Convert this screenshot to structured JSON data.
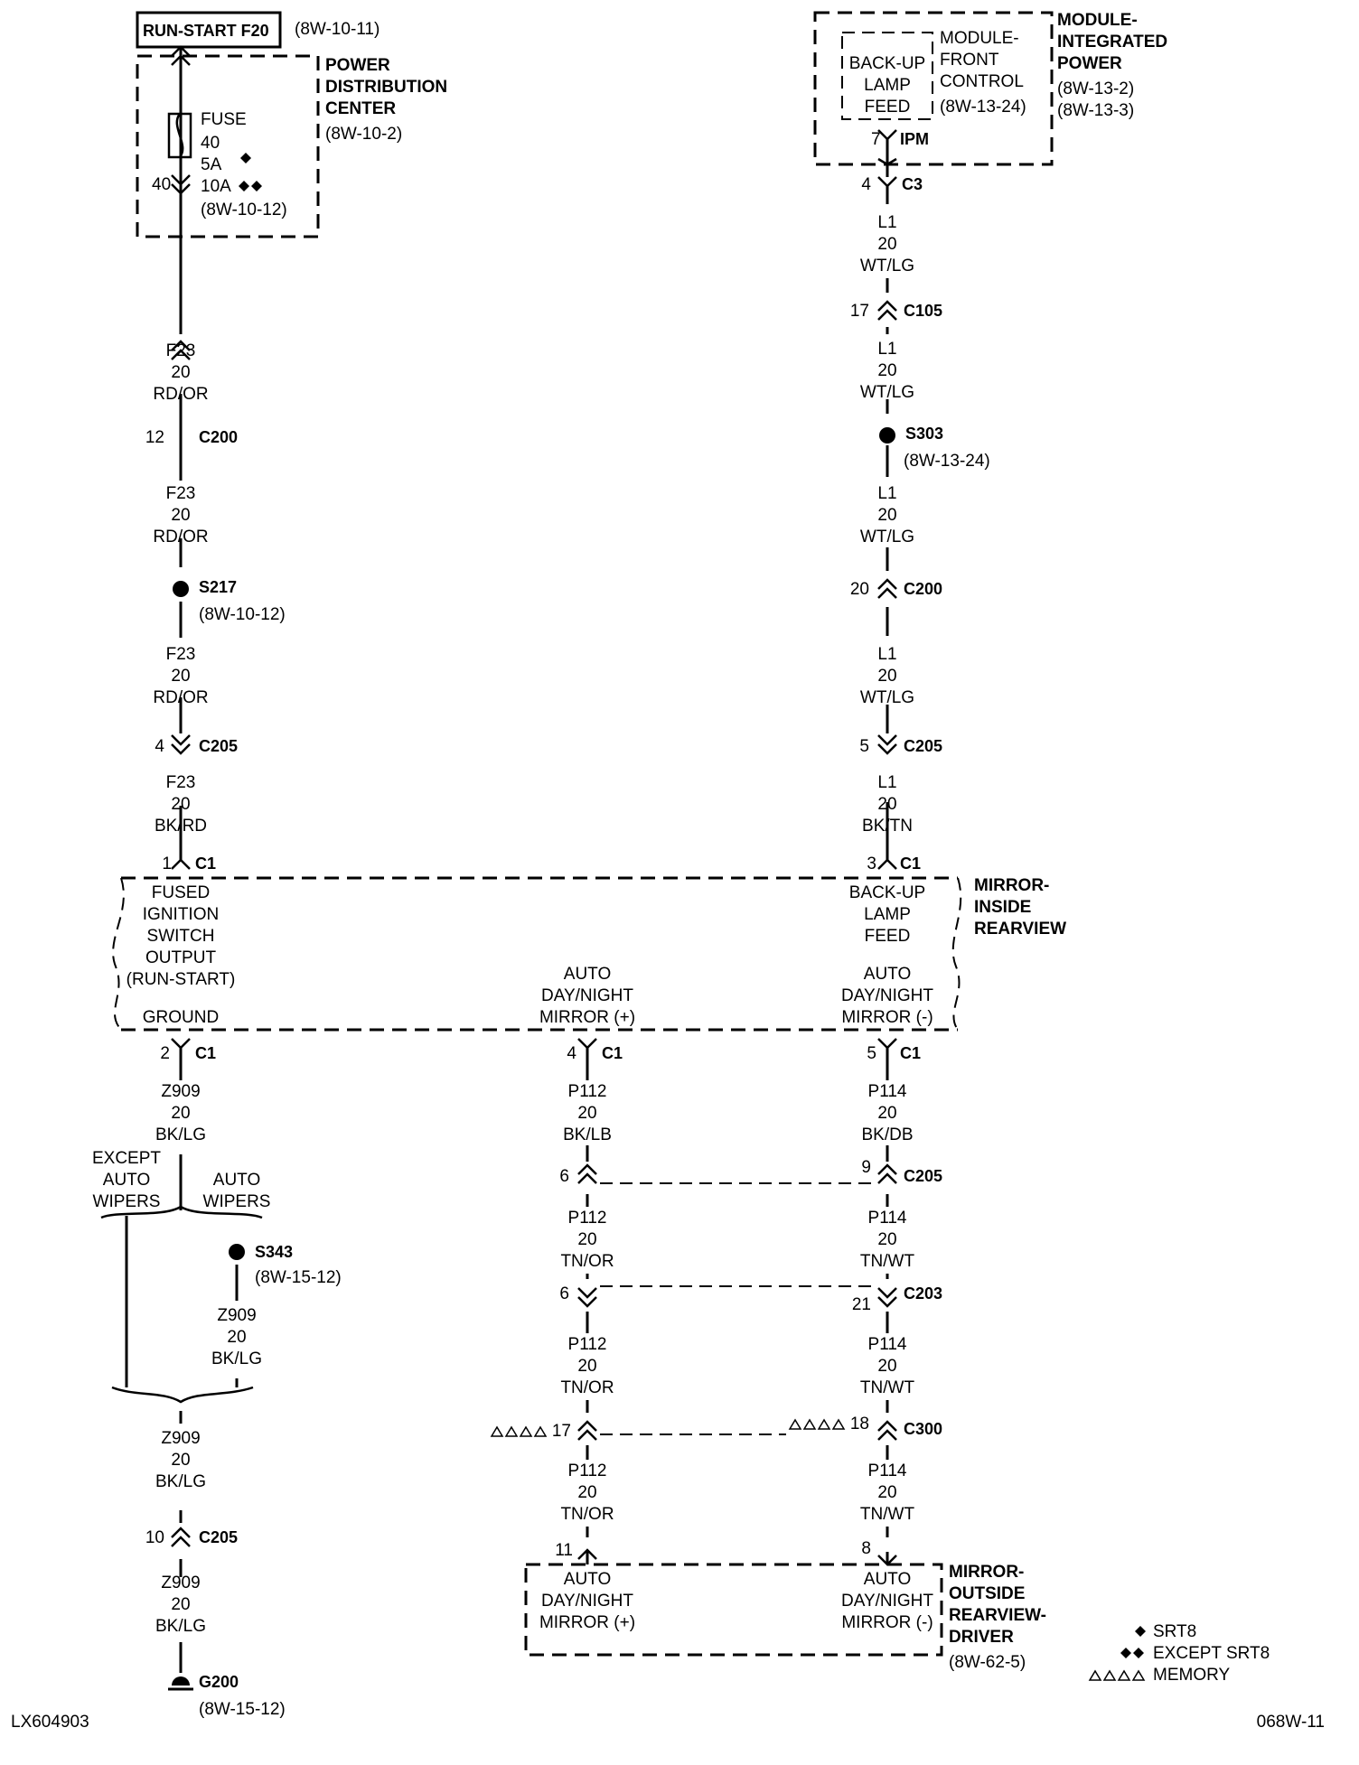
{
  "top": {
    "run_start_label": "RUN-START F20",
    "run_start_ref": "(8W-10-11)",
    "pdc": {
      "title_lines": [
        "POWER",
        "DISTRIBUTION",
        "CENTER"
      ],
      "ref": "(8W-10-2)",
      "fuse_lines": [
        "FUSE",
        "40",
        "5A",
        "10A",
        "(8W-10-12)"
      ],
      "pin": "40"
    },
    "mip": {
      "title_lines": [
        "MODULE-",
        "INTEGRATED",
        "POWER"
      ],
      "refs": [
        "(8W-13-2)",
        "(8W-13-3)"
      ],
      "feed_lines": [
        "BACK-UP",
        "LAMP",
        "FEED"
      ],
      "mfc_lines": [
        "MODULE-",
        "FRONT",
        "CONTROL",
        "(8W-13-24)"
      ],
      "pin": "7",
      "conn": "IPM"
    }
  },
  "left_column": {
    "wires": [
      [
        "F23",
        "20",
        "RD/OR"
      ],
      [
        "F23",
        "20",
        "RD/OR"
      ],
      [
        "F23",
        "20",
        "RD/OR"
      ],
      [
        "F23",
        "20",
        "BK/RD"
      ]
    ],
    "c200": {
      "pin": "12",
      "name": "C200"
    },
    "s217": {
      "name": "S217",
      "ref": "(8W-10-12)"
    },
    "c205": {
      "pin": "4",
      "name": "C205"
    },
    "c1": {
      "pin": "1",
      "name": "C1"
    }
  },
  "right_column": {
    "c3": {
      "pin": "4",
      "name": "C3"
    },
    "wires": [
      [
        "L1",
        "20",
        "WT/LG"
      ],
      [
        "L1",
        "20",
        "WT/LG"
      ],
      [
        "L1",
        "20",
        "WT/LG"
      ],
      [
        "L1",
        "20",
        "WT/LG"
      ],
      [
        "L1",
        "20",
        "BK/TN"
      ]
    ],
    "c105": {
      "pin": "17",
      "name": "C105"
    },
    "s303": {
      "name": "S303",
      "ref": "(8W-13-24)"
    },
    "c200": {
      "pin": "20",
      "name": "C200"
    },
    "c205": {
      "pin": "5",
      "name": "C205"
    },
    "c1": {
      "pin": "3",
      "name": "C1"
    }
  },
  "inside_mirror": {
    "title_lines": [
      "MIRROR-",
      "INSIDE",
      "REARVIEW"
    ],
    "left_lines": [
      "FUSED",
      "IGNITION",
      "SWITCH",
      "OUTPUT",
      "(RUN-START)"
    ],
    "right_lines": [
      "BACK-UP",
      "LAMP",
      "FEED"
    ],
    "ground": "GROUND",
    "mid_lines": [
      "AUTO",
      "DAY/NIGHT",
      "MIRROR (+)"
    ],
    "neg_lines": [
      "AUTO",
      "DAY/NIGHT",
      "MIRROR (-)"
    ]
  },
  "bottom_connectors": {
    "c1_ground": {
      "pin": "2",
      "name": "C1"
    },
    "c1_pos": {
      "pin": "4",
      "name": "C1"
    },
    "c1_neg": {
      "pin": "5",
      "name": "C1"
    }
  },
  "ground_column": {
    "wires": [
      [
        "Z909",
        "20",
        "BK/LG"
      ],
      [
        "Z909",
        "20",
        "BK/LG"
      ],
      [
        "Z909",
        "20",
        "BK/LG"
      ],
      [
        "Z909",
        "20",
        "BK/LG"
      ]
    ],
    "except_auto_wipers": [
      "EXCEPT",
      "AUTO",
      "WIPERS"
    ],
    "auto_wipers": [
      "AUTO",
      "WIPERS"
    ],
    "s343": {
      "name": "S343",
      "ref": "(8W-15-12)"
    },
    "c205": {
      "pin": "10",
      "name": "C205"
    },
    "g200": {
      "name": "G200",
      "ref": "(8W-15-12)"
    }
  },
  "p112_column": {
    "wires": [
      [
        "P112",
        "20",
        "BK/LB"
      ],
      [
        "P112",
        "20",
        "TN/OR"
      ],
      [
        "P112",
        "20",
        "TN/OR"
      ],
      [
        "P112",
        "20",
        "TN/OR"
      ]
    ],
    "c205_pin": "6",
    "c203_pin": "6",
    "c300_pin": "17",
    "out_pin": "11"
  },
  "p114_column": {
    "wires": [
      [
        "P114",
        "20",
        "BK/DB"
      ],
      [
        "P114",
        "20",
        "TN/WT"
      ],
      [
        "P114",
        "20",
        "TN/WT"
      ],
      [
        "P114",
        "20",
        "TN/WT"
      ]
    ],
    "c205": {
      "pin": "9",
      "name": "C205"
    },
    "c203": {
      "pin": "21",
      "name": "C203"
    },
    "c300": {
      "pin": "18",
      "name": "C300"
    },
    "out_pin": "8"
  },
  "outside_mirror": {
    "title_lines": [
      "MIRROR-",
      "OUTSIDE",
      "REARVIEW-",
      "DRIVER"
    ],
    "ref": "(8W-62-5)",
    "pos_lines": [
      "AUTO",
      "DAY/NIGHT",
      "MIRROR (+)"
    ],
    "neg_lines": [
      "AUTO",
      "DAY/NIGHT",
      "MIRROR (-)"
    ]
  },
  "legend": {
    "srt8": "SRT8",
    "except_srt8": "EXCEPT SRT8",
    "memory": "MEMORY"
  },
  "footer": {
    "left_id": "LX604903",
    "right_id": "068W-11"
  }
}
